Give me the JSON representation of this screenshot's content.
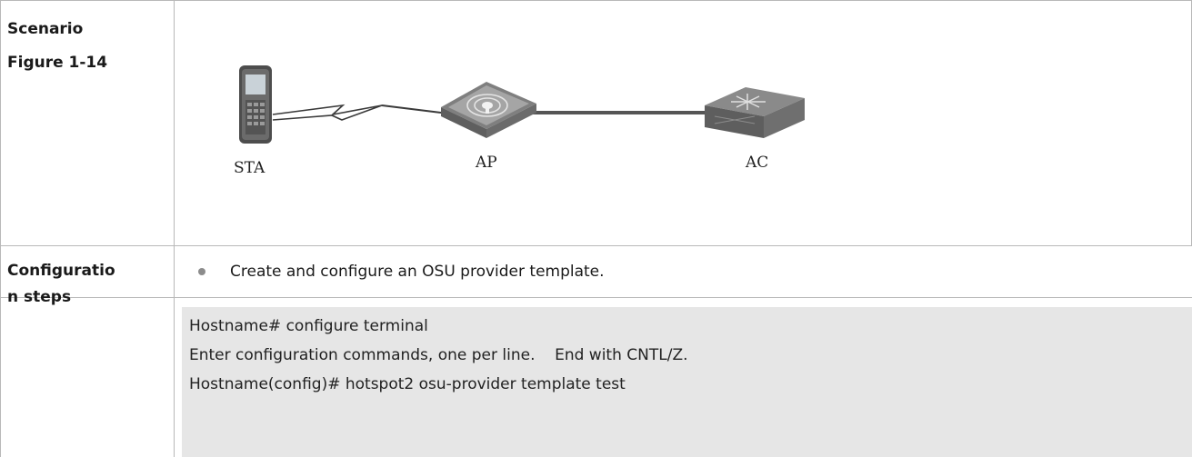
{
  "rows": {
    "scenario": {
      "label": "Scenario",
      "figure_label": "Figure 1-14",
      "figure_nodes": {
        "sta": "STA",
        "ap": "AP",
        "ac": "AC"
      }
    },
    "config": {
      "label_line1": "Configuratio",
      "label_line2": "n steps",
      "bullet_text": "Create and configure an OSU provider template."
    },
    "code": {
      "lines": [
        "Hostname# configure terminal",
        "Enter configuration commands, one per line.    End with CNTL/Z.",
        "Hostname(config)# hotspot2 osu-provider template test"
      ]
    }
  }
}
